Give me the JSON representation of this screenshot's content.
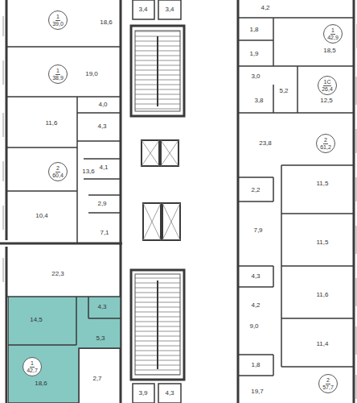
{
  "diagram": {
    "nodes": [
      {
        "text": [
          "1",
          "39,0"
        ]
      },
      {
        "text": [
          "1",
          "42,9"
        ]
      },
      {
        "text": [
          "1",
          "38,9"
        ]
      },
      {
        "text": [
          "1С",
          "26,4"
        ]
      },
      {
        "text": [
          "2",
          "61,2"
        ]
      },
      {
        "text": [
          "2",
          "60,4"
        ]
      },
      {
        "text": [
          "14,5",
          "4,3",
          "5,3",
          "18,6"
        ]
      },
      {
        "text": [
          "1",
          "42,7"
        ],
        "in": 6
      },
      {
        "text": [
          "2",
          "57,7"
        ]
      }
    ],
    "labels": [
      "18,6",
      "19,0",
      "4,0",
      "11,6",
      "4,3",
      "13,6",
      "4,1",
      "2,9",
      "10,4",
      "7,1",
      "22,3",
      "2,7",
      "3,4",
      "3,4",
      "3,9",
      "4,3",
      "4,2",
      "1,8",
      "1,9",
      "18,5",
      "3,0",
      "5,2",
      "3,8",
      "12,5",
      "23,8",
      "2,2",
      "11,5",
      "7,9",
      "11,5",
      "4,3",
      "4,2",
      "11,6",
      "9,0",
      "11,4",
      "1,8",
      "19,7"
    ]
  }
}
